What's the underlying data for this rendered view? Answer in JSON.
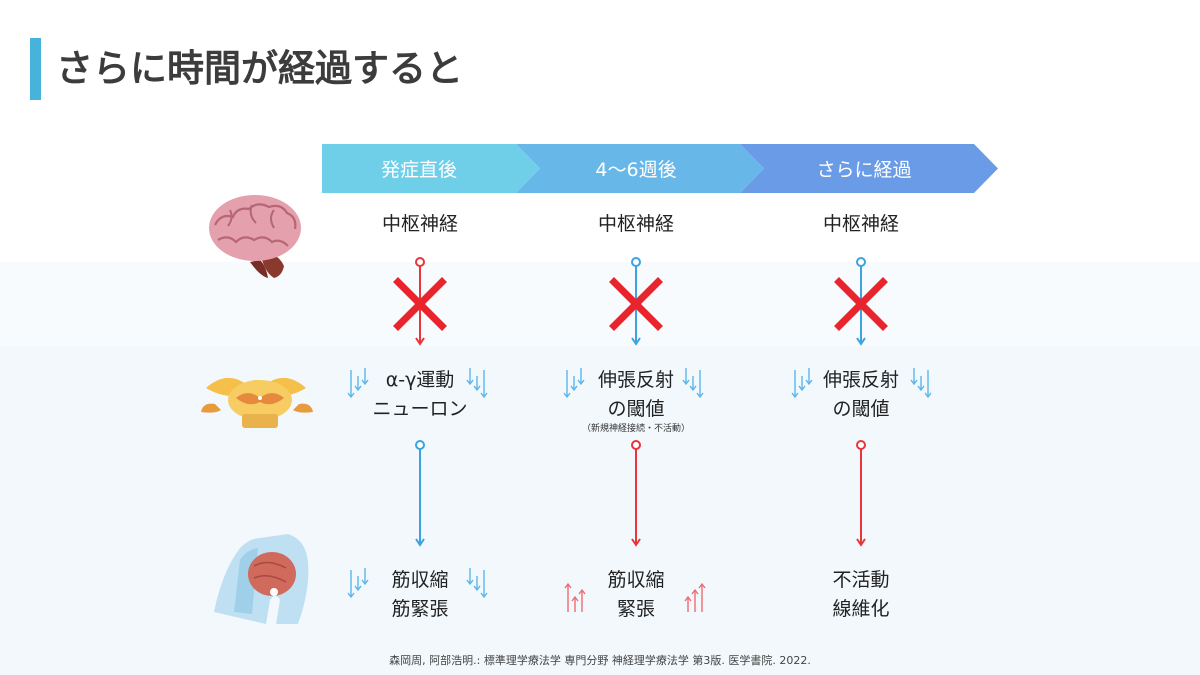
{
  "slide": {
    "title": "さらに時間が経過すると"
  },
  "phases": [
    {
      "label": "発症直後",
      "color": "#6fcfe9"
    },
    {
      "label": "4〜6週後",
      "color": "#67b8e9"
    },
    {
      "label": "さらに経過",
      "color": "#6a9be6"
    }
  ],
  "rows": {
    "cns": [
      "中枢神経",
      "中枢神経",
      "中枢神経"
    ],
    "spinal": [
      {
        "line1": "α-γ運動",
        "line2": "ニューロン",
        "note": ""
      },
      {
        "line1": "伸張反射",
        "line2": "の閾値",
        "note": "（新規神経接続・不活動）"
      },
      {
        "line1": "伸張反射",
        "line2": "の閾値",
        "note": ""
      }
    ],
    "muscle": [
      {
        "line1": "筋収縮",
        "line2": "筋緊張"
      },
      {
        "line1": "筋収縮",
        "line2": "緊張"
      },
      {
        "line1": "不活動",
        "line2": "線維化"
      }
    ]
  },
  "icons": {
    "brain": "brain-icon",
    "spinal_cord": "spinal-cord-icon",
    "shoulder": "shoulder-muscle-icon",
    "block": "cross-icon"
  },
  "colors": {
    "blue": "#3aa3e0",
    "red": "#e8353b",
    "light_blue": "#9fd3f3",
    "light_red": "#f27d82"
  },
  "citation": "森岡周, 阿部浩明.: 標準理学療法学 専門分野 神経理学療法学 第3版. 医学書院. 2022."
}
